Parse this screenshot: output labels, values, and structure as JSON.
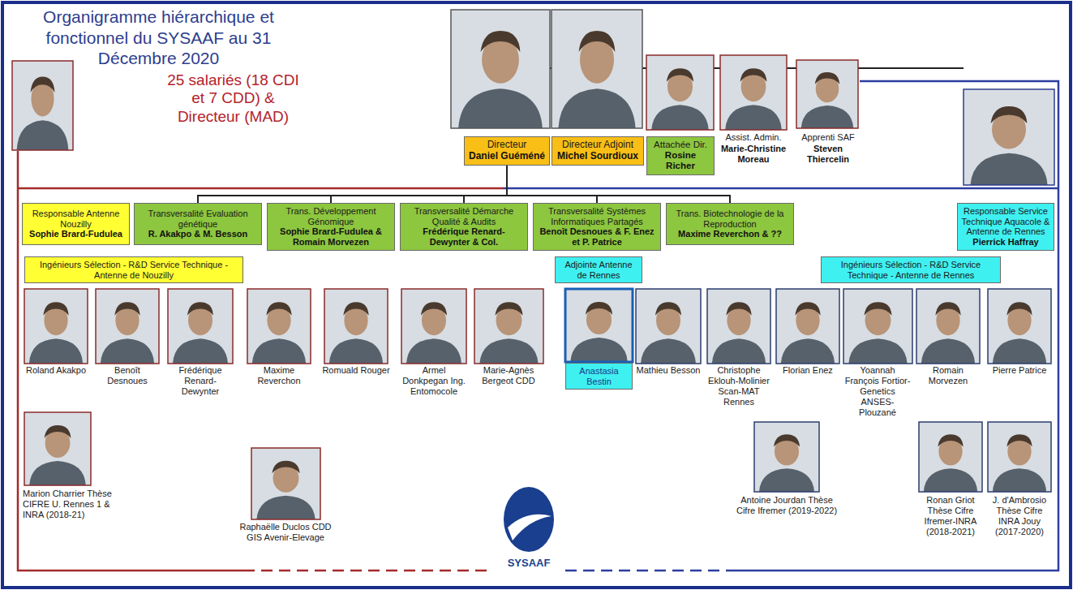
{
  "diagram": {
    "title": "Organigramme hiérarchique et fonctionnel du SYSAAF au 31 Décembre 2020",
    "nodes": [
      {
        "text": [
          "Directeur",
          "Daniel Guéméné"
        ]
      },
      {
        "text": [
          "Directeur Adjoint",
          "Michel Sourdioux"
        ]
      },
      {
        "text": [
          "Attachée Dir.",
          "Rosine Richer"
        ]
      },
      {
        "text": [
          "Responsable Antenne Nouzilly",
          "Sophie Brard-Fudulea"
        ]
      },
      {
        "text": [
          "Transversalité Evaluation génétique",
          "R. Akakpo & M. Besson"
        ]
      },
      {
        "text": [
          "Trans. Développement Génomique",
          "Sophie Brard-Fudulea & Romain Morvezen"
        ]
      },
      {
        "text": [
          "Transversalité Démarche Qualité & Audits",
          "Frédérique Renard-Dewynter & Col."
        ]
      },
      {
        "text": [
          "Transversalité Systèmes Informatiques Partagés",
          "Benoît Desnoues & F. Enez et P. Patrice"
        ]
      },
      {
        "text": [
          "Trans. Biotechnologie de la Reproduction",
          "Maxime Reverchon & ??"
        ]
      },
      {
        "text": [
          "Responsable Service Technique Aquacole & Antenne de Rennes",
          "Pierrick Haffray"
        ]
      },
      {
        "text": [
          "Ingénieurs Sélection - R&D Service Technique - Antenne de Nouzilly"
        ]
      },
      {
        "text": [
          "Adjointe Antenne de Rennes"
        ]
      },
      {
        "text": [
          "Ingénieurs Sélection - R&D Service Technique - Antenne de Rennes"
        ]
      },
      {
        "text": [
          "Anastasia Bestin"
        ]
      }
    ],
    "edges": [
      {
        "from": 0,
        "to": 4,
        "arrow": "none"
      },
      {
        "from": 0,
        "to": 5,
        "arrow": "none"
      },
      {
        "from": 0,
        "to": 6,
        "arrow": "none"
      },
      {
        "from": 0,
        "to": 7,
        "arrow": "none"
      },
      {
        "from": 0,
        "to": 8,
        "arrow": "none"
      }
    ],
    "labels": [
      "25 salariés (18 CDI et 7 CDD) & Directeur (MAD)",
      "Assist. Admin.",
      "Marie-Christine Moreau",
      "Apprenti SAF",
      "Steven Thiercelin",
      "Roland Akakpo",
      "Benoît Desnoues",
      "Frédérique Renard-Dewynter",
      "Maxime Reverchon",
      "Romuald Rouger",
      "Armel Donkpegan Ing. Entomocole",
      "Marie-Agnès Bergeot CDD",
      "Mathieu Besson",
      "Christophe Eklouh-Molinier Scan-MAT Rennes",
      "Florian Enez",
      "Yoannah François Fortior-Genetics ANSES-Plouzané",
      "Romain Morvezen",
      "Pierre Patrice",
      "Marion Charrier Thèse CIFRE U. Rennes 1 & INRA (2018-21)",
      "Raphaëlle Duclos CDD GIS Avenir-Elevage",
      "Antoine Jourdan Thèse Cifre Ifremer (2019-2022)",
      "Ronan Griot Thèse Cifre Ifremer-INRA (2018-2021)",
      "J. d'Ambrosio Thèse Cifre INRA Jouy (2017-2020)",
      "SYSAAF"
    ]
  }
}
